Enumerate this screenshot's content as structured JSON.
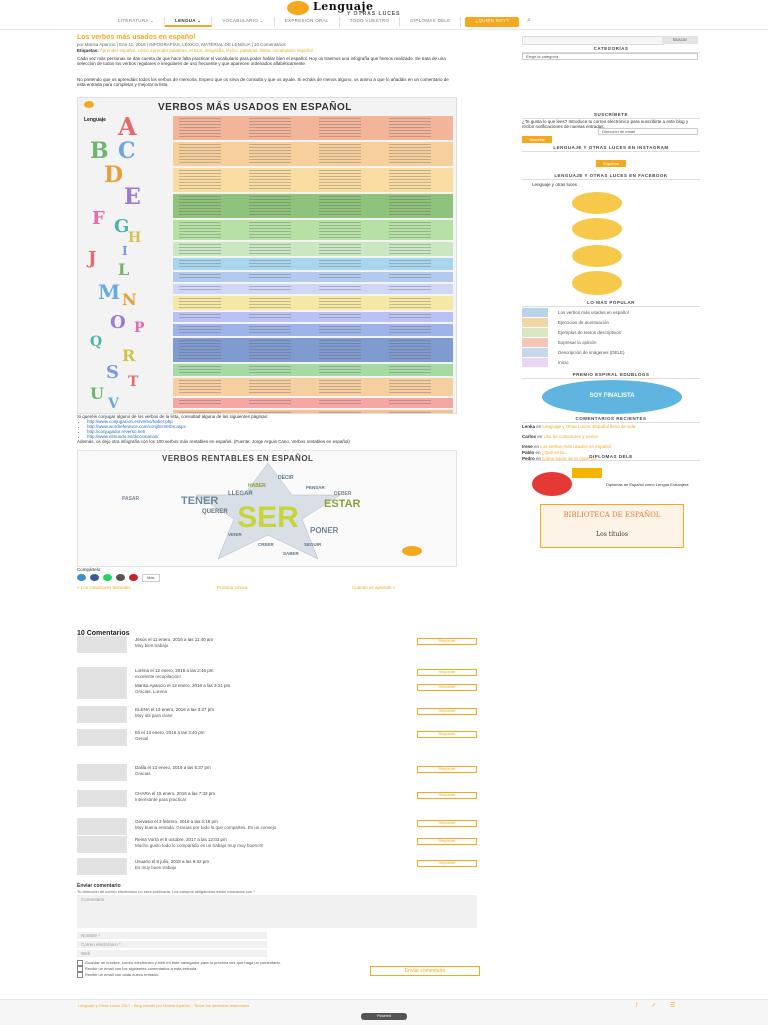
{
  "header": {
    "logo_text": "Lenguaje",
    "logo_sub": "Y OTRAS LUCES",
    "nav": [
      {
        "label": "LITERATURA ⌄"
      },
      {
        "label": "LENGUA ⌄"
      },
      {
        "label": "VOCABULARIO ⌄"
      },
      {
        "label": "EXPRESIÓN ORAL"
      },
      {
        "label": "TODO VUESTRO"
      },
      {
        "label": "DIPLOMAS DELE"
      },
      {
        "label": "¿QUIÉN SOY?"
      }
    ],
    "search_glyph": "⌕"
  },
  "article": {
    "title": "Los verbos más usados en español",
    "meta": "por Marisa Aparicio | Ene 11, 2016 | INFOGRAFÍAS, LÉXICO, MATERIAL DE LENGUA | 10 Comentarios",
    "tags_label": "Etiquetas:",
    "tags": "Aprender español, cómo aprender palabras, el ELE, infografía, léxico, palabras, listas, vocabulario español",
    "para1": "Cada vez más personas se dan cuenta de que hace falta practicar el vocabulario para poder hablar bien el español. Hoy os traemos una infografía que hemos realizado. Se trata de una selección de todos los verbos regulares e irregulares de uso frecuente y que aparecen ordenados alfabéticamente.",
    "para2": "No pretendo que os aprendáis todos los verbos de memoria. Espero que os sirva de consulta y que os ayude. Si echáis de menos alguno, os animo a que lo añadáis en un comentario de esta entrada para completar y mejorar la lista."
  },
  "infographic1": {
    "title": "VERBOS MÁS USADOS EN ESPAÑOL",
    "logo_text": "Lenguaje",
    "letters": [
      "A",
      "B",
      "C",
      "D",
      "E",
      "F",
      "G",
      "H",
      "I",
      "J",
      "L",
      "M",
      "N",
      "O",
      "P",
      "Q",
      "R",
      "S",
      "T",
      "U",
      "V"
    ],
    "band_colors": [
      "#f3b59a",
      "#f7cf9c",
      "#f9dca1",
      "#8fc27a",
      "#b7e0a5",
      "#c9e7c1",
      "#a9d6ee",
      "#b4c9ee",
      "#cfd7f5",
      "#f5e8a4",
      "#b8c3f3",
      "#9eb3e8",
      "#7f9bcf",
      "#a7d9a5",
      "#f5cfa0",
      "#f4a7a3",
      "#f1c095",
      "#e7e7ce"
    ]
  },
  "below1": {
    "line1": "Si queréis conjugar alguno de los verbos de la lista, consultad alguna de las siguientes páginas:",
    "links": [
      "http://www.conjugacion.es/verbo/haber.php",
      "http://www.wordreference.com/conj/EsVerbs.aspx",
      "http://conjugador.reverso.net/",
      "http://www.elmundo.es/diccionarios/"
    ],
    "line2": "Además, os dejo otra infografía con los 100 verbos más rentables en español. (Fuente: Jorge Arguis Cano, Verbos rentables en español)"
  },
  "infographic2": {
    "title": "VERBOS RENTABLES EN ESPAÑOL",
    "center_word": "SER",
    "words": [
      "TENER",
      "ESTAR",
      "LLEGAR",
      "QUERER",
      "PASAR",
      "DEBER",
      "PONER",
      "SEGUIR",
      "DECIR",
      "HABER",
      "PENSAR",
      "CREER",
      "VENIR",
      "SABER"
    ]
  },
  "share": {
    "label": "Compártelo:",
    "more": "Más"
  },
  "postnav": {
    "prev": "« Los conectores textuales",
    "middle": "Práctica Léxica",
    "next": "Cuando se aprende »"
  },
  "comments": {
    "title": "10 Comentarios",
    "reply_label": "Responder",
    "items": [
      {
        "author": "Jesús el 11 enero, 2016 a las 11:40 am",
        "text": "Muy bien trabajo"
      },
      {
        "author": "Lorena el 12 enero, 2016 a las 2:46 pm",
        "text": "excelente recopilación!"
      },
      {
        "author": "Marisa Aparicio el 12 enero, 2016 a las 3:21 pm",
        "text": "Gracias, Lorena"
      },
      {
        "author": "ELENA el 13 enero, 2016 a las 3:27 pm",
        "text": "Muy útil para clase"
      },
      {
        "author": "Eli el 13 enero, 2016 a las 3:40 pm",
        "text": "Genial"
      },
      {
        "author": "Dalila el 13 enero, 2016 a las 6:37 pm",
        "text": "Gracias"
      },
      {
        "author": "CHARA el 15 enero, 2016 a las 7:33 pm",
        "text": "Interesante para practicar"
      },
      {
        "author": "Gervasio el 3 febrero, 2016 a las 2:18 pm",
        "text": "Muy buena entrada. Gracias por todo lo que compartes. Es un consejo."
      },
      {
        "author": "Reina Vorra el 6 octubre, 2017 a las 12:03 pm",
        "text": "Mucho gusto todo lo compartido es un trabajo muy muy bueno!!!"
      },
      {
        "author": "Usuario el 8 julio, 2018 a las 9:32 pm",
        "text": "Es muy buen trabajo"
      }
    ]
  },
  "form": {
    "title": "Enviar comentario",
    "note": "Tu dirección de correo electrónico no será publicada. Los campos obligatorios están marcados con *",
    "comment_placeholder": "Comentario",
    "name_placeholder": "Nombre *",
    "email_placeholder": "Correo electrónico *",
    "web_placeholder": "Web",
    "checks": [
      "Guardar mi nombre, correo electrónico y web en este navegador para la próxima vez que haga un comentario.",
      "Recibir un email con los siguientes comentarios a esta entrada.",
      "Recibir un email con cada nueva entrada."
    ],
    "submit": "Enviar comentario"
  },
  "sidebar": {
    "search_button": "Buscar",
    "categories_title": "CATEGORÍAS",
    "categories_select": "Elegir la categoría",
    "subscribe_title": "SUSCRÍBETE",
    "subscribe_text": "¿Te gusta lo que lees? Introduce tu correo electrónico para suscribirte a este blog y recibir notificaciones de nuevas entradas.",
    "email_placeholder": "Dirección de email",
    "subscribe_button": "Suscribir",
    "instagram_title": "LENGUAJE Y OTRAS LUCES EN INSTAGRAM",
    "follow_button": "Sígueme",
    "facebook_title": "LENGUAJE Y OTRAS LUCES EN FACEBOOK",
    "facebook_page": "Lenguaje y otras luces",
    "popular_title": "LO MÁS POPULAR",
    "popular": [
      "Los verbos más usados en español",
      "Ejercicios de acentuación",
      "Ejemplos de textos descriptivos",
      "Expresar la opinión",
      "Descripción de imágenes (DELE)",
      "Inicio"
    ],
    "award_title": "PREMIO ESPIRAL EDUBLOGS",
    "award_text": "SOY FINALISTA",
    "recent_title": "COMENTARIOS RECIENTES",
    "recent": [
      {
        "who": "Lenka",
        "rest": " en ",
        "post": "Lenguaje y Otras Luces: Español lleno de vida"
      },
      {
        "who": "Carlos",
        "rest": " en ",
        "post": "Uso de conectores y nexos"
      },
      {
        "who": "Irene",
        "rest": " en ",
        "post": "Los verbos más usados en español"
      },
      {
        "who": "Pablo",
        "rest": " en ",
        "post": "¿Qué es la..."
      },
      {
        "who": "Pedro",
        "rest": " en ",
        "post": "Cómo hacer de tu clase un..."
      }
    ],
    "dele_title": "DIPLOMAS DELE",
    "dele_text": "Diplomas de Español como Lengua Extranjera",
    "library_title": "BIBLIOTECA DE ESPAÑOL",
    "library_text": "Los títulos"
  },
  "footer": {
    "text": "Lenguaje y Otras Luces 2017 - Blog creado por Marisa Aparicio - Todos los derechos reservados",
    "icons": "f ✓ ☰",
    "badge": "Powered"
  }
}
